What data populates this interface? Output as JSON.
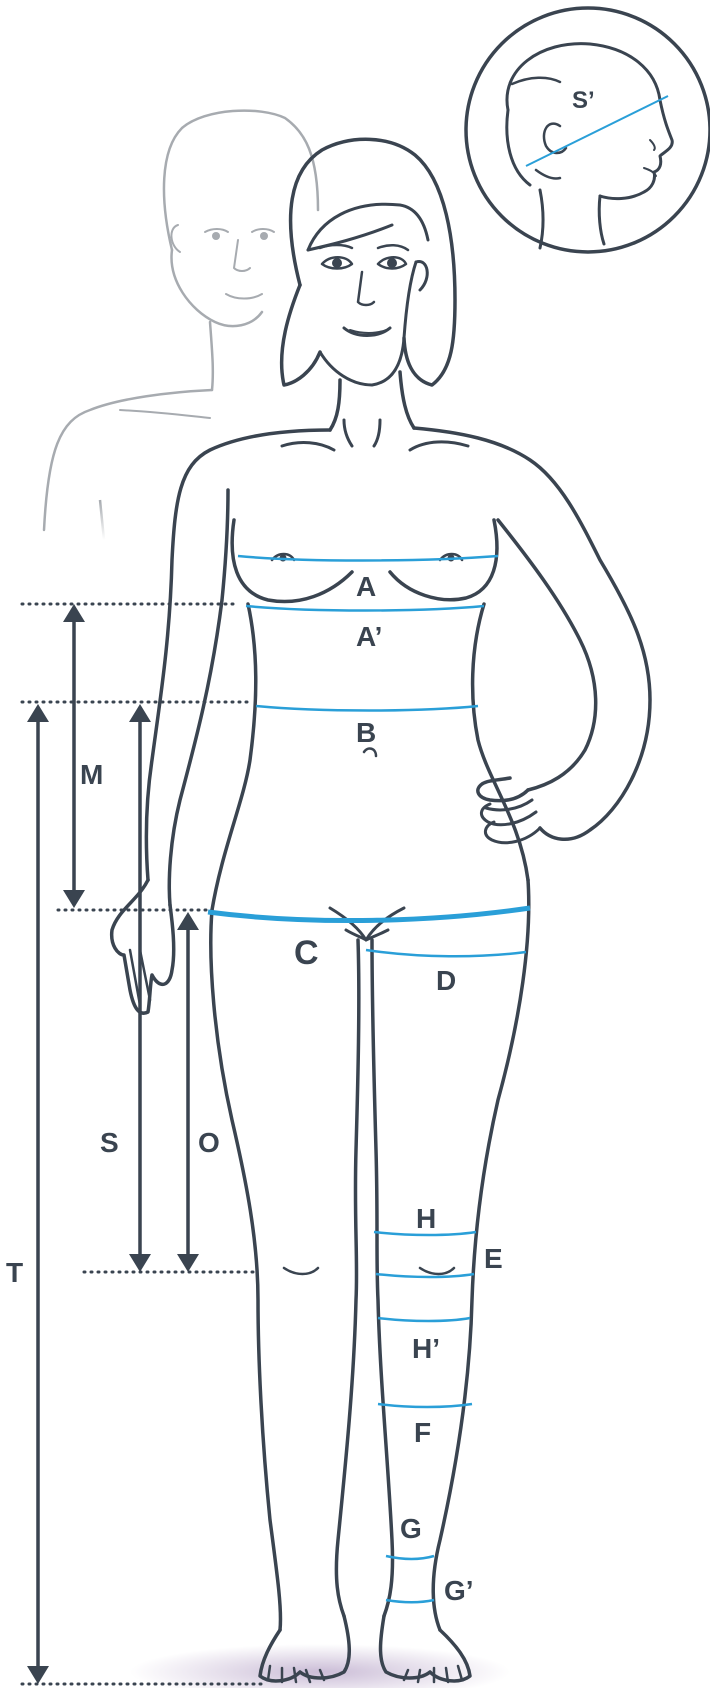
{
  "labels": {
    "A": "A",
    "A_prime": "A’",
    "B": "B",
    "C": "C",
    "D": "D",
    "E": "E",
    "F": "F",
    "G": "G",
    "G_prime": "G’",
    "H": "H",
    "H_prime": "H’",
    "M": "M",
    "O": "O",
    "S": "S",
    "S_prime": "S’",
    "T": "T"
  },
  "colors": {
    "ink": "#3a4450",
    "measure_line": "#2a9fd8",
    "background_figure": "#a7abb0",
    "floor_shadow": "#b9a6c9"
  },
  "icons": {
    "head_inset": "head-circumference-inset-icon",
    "female_figure": "female-body-figure-icon",
    "male_figure": "male-body-silhouette-icon"
  }
}
